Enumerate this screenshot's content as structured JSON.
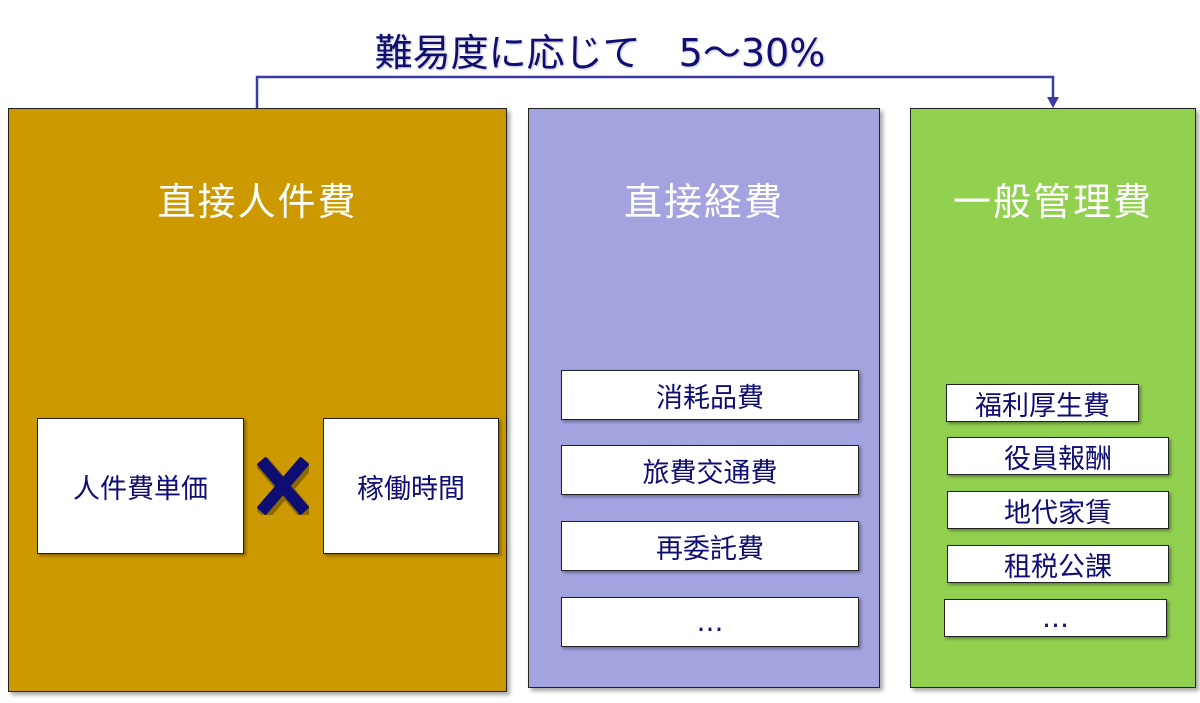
{
  "header": {
    "title": "難易度に応じて　5〜30%"
  },
  "columns": [
    {
      "title": "直接人件費",
      "color": "#CC9900",
      "formula": {
        "left": "人件費単価",
        "operator_icon": "multiply-icon",
        "right": "稼働時間"
      }
    },
    {
      "title": "直接経費",
      "color": "#A3A3E0",
      "items": [
        "消耗品費",
        "旅費交通費",
        "再委託費",
        "…"
      ]
    },
    {
      "title": "一般管理費",
      "color": "#92D050",
      "items": [
        "福利厚生費",
        "役員報酬",
        "地代家賃",
        "租税公課",
        "…"
      ]
    }
  ],
  "colors": {
    "text": "#0D0D73",
    "arrow": "#3B3BA0"
  }
}
